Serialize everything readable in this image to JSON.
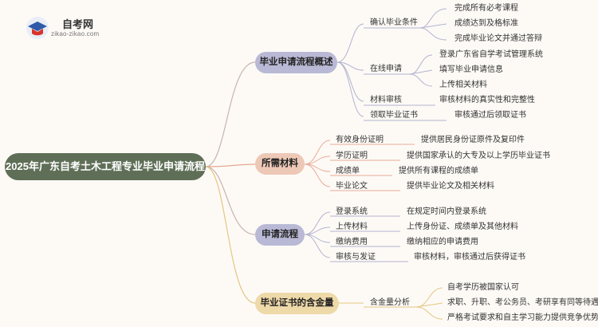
{
  "logo": {
    "title": "自考网",
    "subtitle": "zikao-zikao.com"
  },
  "root": "2025年广东自考土木工程专业毕业申请流程",
  "branch1": {
    "label": "毕业申请流程概述",
    "c1": {
      "label": "确认毕业条件",
      "items": [
        "完成所有必考课程",
        "成绩达到及格标准",
        "完成毕业论文并通过答辩"
      ]
    },
    "c2": {
      "label": "在线申请",
      "items": [
        "登录广东省自学考试管理系统",
        "填写毕业申请信息",
        "上传相关材料"
      ]
    },
    "c3": {
      "label": "材料审核",
      "detail": "审核材料的真实性和完整性"
    },
    "c4": {
      "label": "领取毕业证书",
      "detail": "审核通过后领取证书"
    }
  },
  "branch2": {
    "label": "所需材料",
    "items": [
      {
        "label": "有效身份证明",
        "detail": "提供居民身份证原件及复印件"
      },
      {
        "label": "学历证明",
        "detail": "提供国家承认的大专及以上学历毕业证书"
      },
      {
        "label": "成绩单",
        "detail": "提供所有课程的成绩单"
      },
      {
        "label": "毕业论文",
        "detail": "提供毕业论文及相关材料"
      }
    ]
  },
  "branch3": {
    "label": "申请流程",
    "items": [
      {
        "label": "登录系统",
        "detail": "在规定时间内登录系统"
      },
      {
        "label": "上传材料",
        "detail": "上传身份证、成绩单及其他材料"
      },
      {
        "label": "缴纳费用",
        "detail": "缴纳相应的申请费用"
      },
      {
        "label": "审核与发证",
        "detail": "审核材料，审核通过后获得证书"
      }
    ]
  },
  "branch4": {
    "label": "毕业证书的含金量",
    "c1": {
      "label": "含金量分析",
      "items": [
        "自考学历被国家认可",
        "求职、升职、考公务员、考研享有同等待遇",
        "严格考试要求和自主学习能力提供竞争优势"
      ]
    }
  },
  "colors": {
    "root": "#5f6f57",
    "branch1": "#b9b9d6",
    "branch2": "#eec8b6",
    "branch3": "#b9b9d6",
    "branch4": "#eed9a8"
  }
}
